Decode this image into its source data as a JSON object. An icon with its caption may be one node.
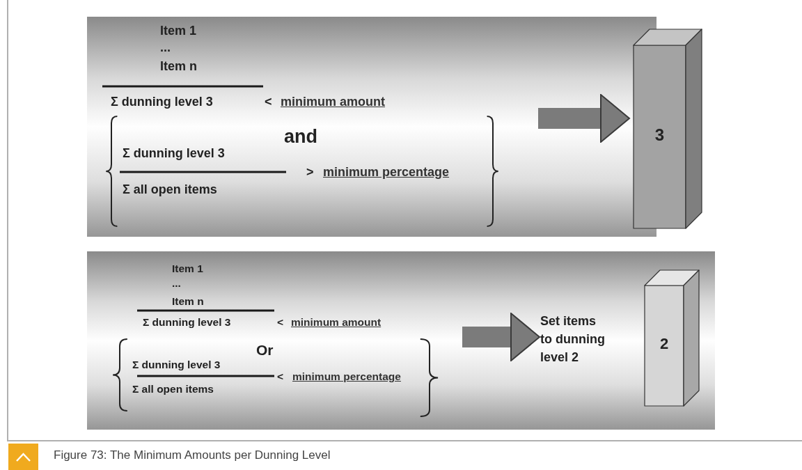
{
  "diagram": {
    "caption": "Figure 73: The Minimum Amounts per Dunning Level",
    "nodes": [
      {
        "text": [],
        "shape": "box"
      },
      {
        "text": [
          "Item 1",
          "...",
          "Item n",
          "Σ dunning level 3",
          "<",
          "minimum amount",
          "and",
          "Σ dunning level 3",
          ">",
          "minimum percentage",
          "Σ all open items"
        ],
        "in": 0
      },
      {
        "text": [
          "3"
        ]
      },
      {
        "text": [],
        "shape": "box"
      },
      {
        "text": [
          "Item 1",
          "...",
          "Item n",
          "Σ dunning level 3",
          "<",
          "minimum amount",
          "Or",
          "Σ dunning level 3",
          "<",
          "minimum percentage",
          "Σ all open items"
        ],
        "in": 3
      },
      {
        "text": [
          "Set items to dunning level 2"
        ],
        "in": 3
      },
      {
        "text": [
          "2"
        ],
        "in": 3
      }
    ],
    "edges": [
      {
        "from": null,
        "to": 2,
        "arrow": "to"
      },
      {
        "from": null,
        "to": 5,
        "arrow": "to"
      }
    ]
  }
}
